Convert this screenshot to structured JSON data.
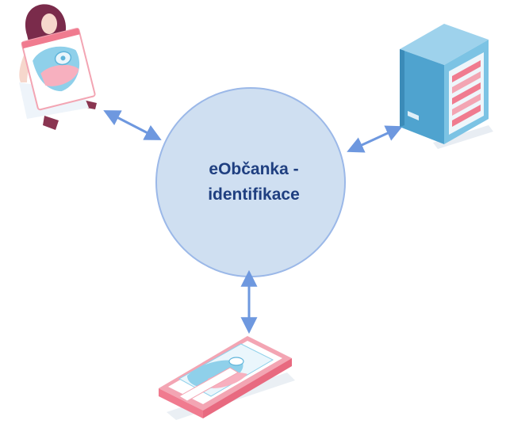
{
  "center": {
    "line1": "eObčanka -",
    "line2": "identifikace"
  },
  "colors": {
    "circle_fill": "#cfdff1",
    "circle_stroke": "#9bb8e8",
    "arrow": "#6e98df",
    "text": "#1f3f80",
    "pink": "#f07b8f",
    "light_blue": "#8fd0ea",
    "server_blue": "#4fa3cf",
    "hair": "#7a2b4b"
  },
  "nodes": [
    {
      "id": "person",
      "icon": "person-with-id-card-icon"
    },
    {
      "id": "server",
      "icon": "server-icon"
    },
    {
      "id": "card-reader",
      "icon": "card-reader-icon"
    }
  ]
}
